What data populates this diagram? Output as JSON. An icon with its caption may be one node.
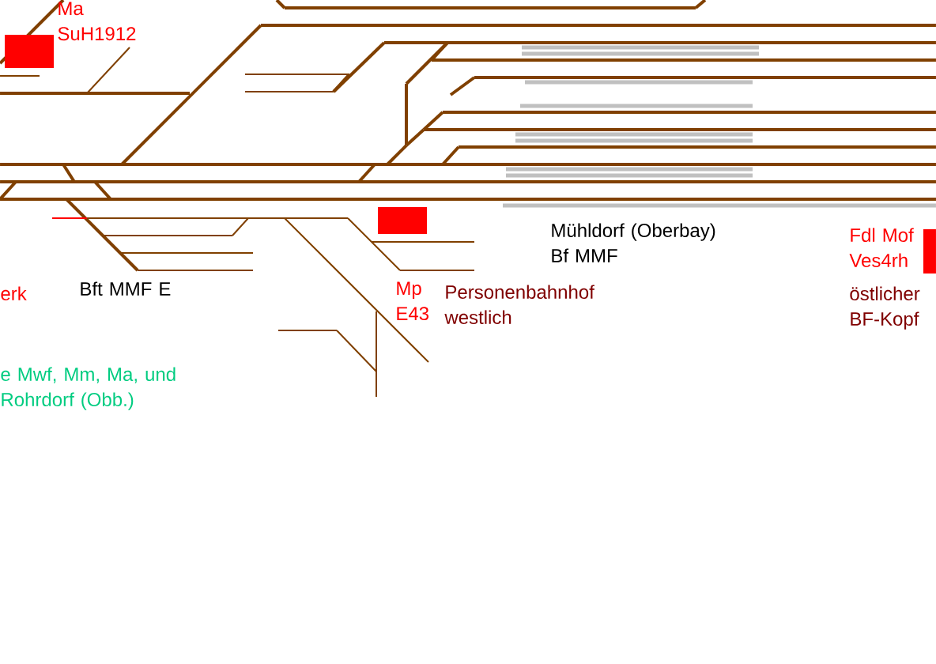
{
  "diagram": {
    "labels": [
      "Ma SuH1912",
      "Mühldorf (Oberbay) Bf MMF",
      "Fdl Mof Ves4rh",
      "östlicher BF-Kopf",
      "erk",
      "Bft MMF E",
      "Mp E43",
      "Personenbahnhof westlich",
      "e Mwf, Mm, Ma, und Rohrdorf (Obb.)"
    ]
  }
}
